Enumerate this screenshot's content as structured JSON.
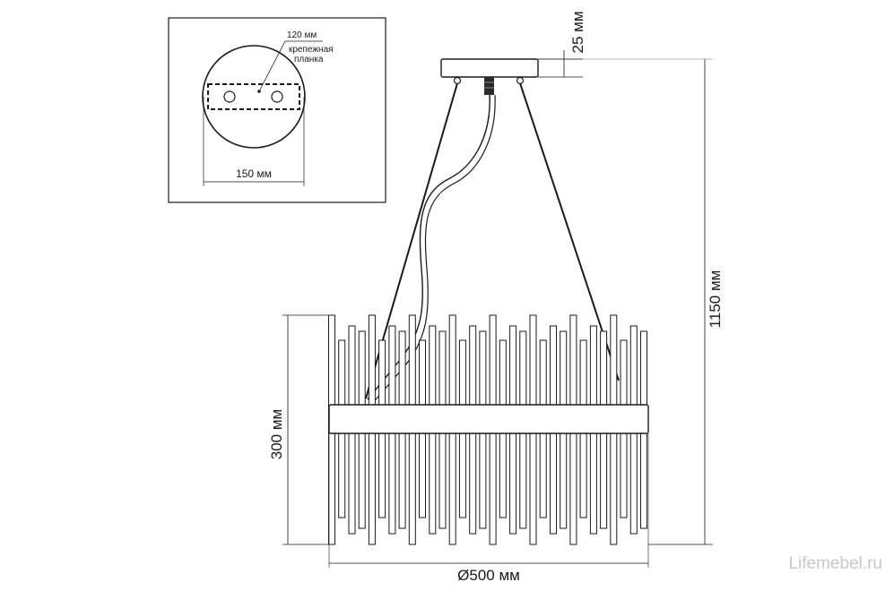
{
  "detail": {
    "mount_bracket_label": "120 мм",
    "mount_bracket_caption_line1": "крепежная",
    "mount_bracket_caption_line2": "планка",
    "canopy_diameter_label": "150 мм"
  },
  "dimensions": {
    "canopy_height": "25 мм",
    "total_height": "1150 мм",
    "shade_height": "300 мм",
    "diameter": "Ø500 мм"
  },
  "watermark": "Lifemebel.ru"
}
